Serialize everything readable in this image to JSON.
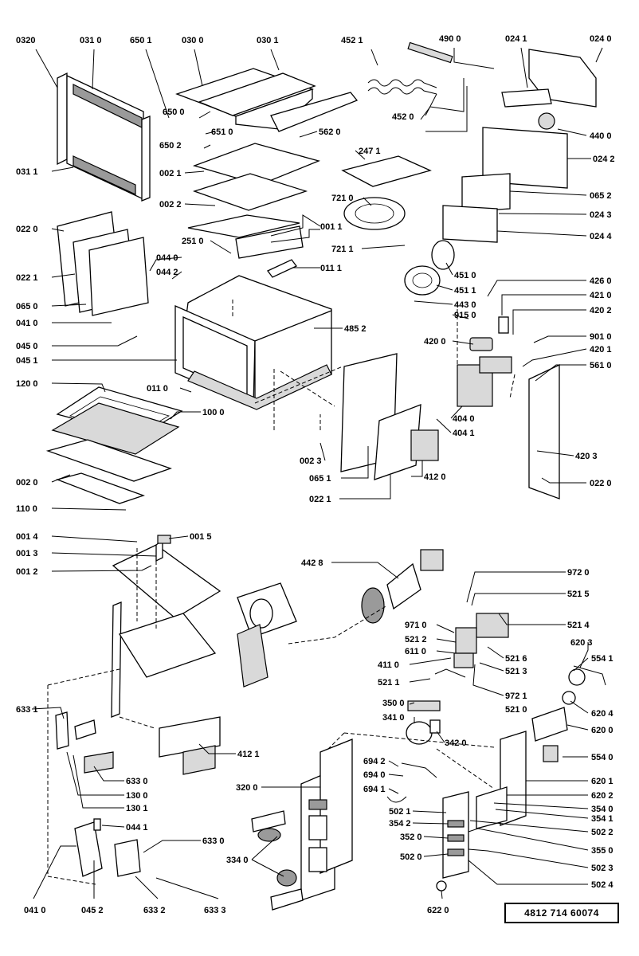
{
  "document_code": "4812  714  60074",
  "labels": [
    {
      "id": "l1",
      "text": "0320"
    },
    {
      "id": "l2",
      "text": "031 0"
    },
    {
      "id": "l3",
      "text": "650 1"
    },
    {
      "id": "l4",
      "text": "030 0"
    },
    {
      "id": "l5",
      "text": "030 1"
    },
    {
      "id": "l6",
      "text": "452 1"
    },
    {
      "id": "l7",
      "text": "490 0"
    },
    {
      "id": "l8",
      "text": "024 1"
    },
    {
      "id": "l9",
      "text": "024 0"
    },
    {
      "id": "l10",
      "text": "650 0"
    },
    {
      "id": "l11",
      "text": "651 0"
    },
    {
      "id": "l12",
      "text": "562 0"
    },
    {
      "id": "l13",
      "text": "452 0"
    },
    {
      "id": "l14",
      "text": "440 0"
    },
    {
      "id": "l15",
      "text": "650 2"
    },
    {
      "id": "l16",
      "text": "247 1"
    },
    {
      "id": "l17",
      "text": "031 1"
    },
    {
      "id": "l18",
      "text": "002 1"
    },
    {
      "id": "l19",
      "text": "024 2"
    },
    {
      "id": "l20",
      "text": "721 0"
    },
    {
      "id": "l21",
      "text": "065 2"
    },
    {
      "id": "l22",
      "text": "002 2"
    },
    {
      "id": "l23",
      "text": "024 3"
    },
    {
      "id": "l24",
      "text": "022 0"
    },
    {
      "id": "l25",
      "text": "001 1"
    },
    {
      "id": "l26",
      "text": "024 4"
    },
    {
      "id": "l27",
      "text": "251 0"
    },
    {
      "id": "l28",
      "text": "721 1"
    },
    {
      "id": "l29",
      "text": "044 0"
    },
    {
      "id": "l30",
      "text": "011 1"
    },
    {
      "id": "l31",
      "text": "451 0"
    },
    {
      "id": "l32",
      "text": "022 1"
    },
    {
      "id": "l33",
      "text": "044 2"
    },
    {
      "id": "l34",
      "text": "426 0"
    },
    {
      "id": "l35",
      "text": "451 1"
    },
    {
      "id": "l36",
      "text": "421 0"
    },
    {
      "id": "l37",
      "text": "065 0"
    },
    {
      "id": "l38",
      "text": "443 0"
    },
    {
      "id": "l39",
      "text": "420 2"
    },
    {
      "id": "l40",
      "text": "041 0"
    },
    {
      "id": "l41",
      "text": "915 0"
    },
    {
      "id": "l42",
      "text": "485 2"
    },
    {
      "id": "l43",
      "text": "901 0"
    },
    {
      "id": "l44",
      "text": "045 0"
    },
    {
      "id": "l45",
      "text": "420 0"
    },
    {
      "id": "l46",
      "text": "420 1"
    },
    {
      "id": "l47",
      "text": "045 1"
    },
    {
      "id": "l48",
      "text": "561 0"
    },
    {
      "id": "l49",
      "text": "120 0"
    },
    {
      "id": "l50",
      "text": "011 0"
    },
    {
      "id": "l51",
      "text": "100 0"
    },
    {
      "id": "l52",
      "text": "404 0"
    },
    {
      "id": "l53",
      "text": "404 1"
    },
    {
      "id": "l54",
      "text": "002 3"
    },
    {
      "id": "l55",
      "text": "420 3"
    },
    {
      "id": "l56",
      "text": "002 0"
    },
    {
      "id": "l57",
      "text": "065 1"
    },
    {
      "id": "l58",
      "text": "412 0"
    },
    {
      "id": "l59",
      "text": "022 0"
    },
    {
      "id": "l60",
      "text": "110 0"
    },
    {
      "id": "l61",
      "text": "022 1"
    },
    {
      "id": "l62",
      "text": "001 4"
    },
    {
      "id": "l63",
      "text": "001 5"
    },
    {
      "id": "l64",
      "text": "001 3"
    },
    {
      "id": "l65",
      "text": "001 2"
    },
    {
      "id": "l66",
      "text": "442 8"
    },
    {
      "id": "l67",
      "text": "972 0"
    },
    {
      "id": "l68",
      "text": "521 5"
    },
    {
      "id": "l69",
      "text": "521 4"
    },
    {
      "id": "l70",
      "text": "971 0"
    },
    {
      "id": "l71",
      "text": "521 2"
    },
    {
      "id": "l72",
      "text": "611 0"
    },
    {
      "id": "l73",
      "text": "521 6"
    },
    {
      "id": "l74",
      "text": "620 3"
    },
    {
      "id": "l75",
      "text": "411 0"
    },
    {
      "id": "l76",
      "text": "521 3"
    },
    {
      "id": "l77",
      "text": "554 1"
    },
    {
      "id": "l78",
      "text": "521 1"
    },
    {
      "id": "l79",
      "text": "972 1"
    },
    {
      "id": "l80",
      "text": "350 0"
    },
    {
      "id": "l81",
      "text": "521 0"
    },
    {
      "id": "l82",
      "text": "620 4"
    },
    {
      "id": "l83",
      "text": "633 1"
    },
    {
      "id": "l84",
      "text": "341 0"
    },
    {
      "id": "l85",
      "text": "620 0"
    },
    {
      "id": "l86",
      "text": "342 0"
    },
    {
      "id": "l87",
      "text": "412 1"
    },
    {
      "id": "l88",
      "text": "554 0"
    },
    {
      "id": "l89",
      "text": "694 2"
    },
    {
      "id": "l90",
      "text": "633 0"
    },
    {
      "id": "l91",
      "text": "694 0"
    },
    {
      "id": "l92",
      "text": "130 0"
    },
    {
      "id": "l93",
      "text": "320 0"
    },
    {
      "id": "l94",
      "text": "620 1"
    },
    {
      "id": "l95",
      "text": "694 1"
    },
    {
      "id": "l96",
      "text": "620 2"
    },
    {
      "id": "l97",
      "text": "130 1"
    },
    {
      "id": "l98",
      "text": "502 1"
    },
    {
      "id": "l99",
      "text": "354 0"
    },
    {
      "id": "l100",
      "text": "354 2"
    },
    {
      "id": "l101",
      "text": "354 1"
    },
    {
      "id": "l102",
      "text": "044 1"
    },
    {
      "id": "l103",
      "text": "352 0"
    },
    {
      "id": "l104",
      "text": "502 2"
    },
    {
      "id": "l105",
      "text": "633 0"
    },
    {
      "id": "l106",
      "text": "355 0"
    },
    {
      "id": "l107",
      "text": "334 0"
    },
    {
      "id": "l108",
      "text": "502 0"
    },
    {
      "id": "l109",
      "text": "502 3"
    },
    {
      "id": "l110",
      "text": "502 4"
    },
    {
      "id": "l111",
      "text": "041 0"
    },
    {
      "id": "l112",
      "text": "045 2"
    },
    {
      "id": "l113",
      "text": "633 2"
    },
    {
      "id": "l114",
      "text": "633 3"
    },
    {
      "id": "l115",
      "text": "622 0"
    }
  ]
}
